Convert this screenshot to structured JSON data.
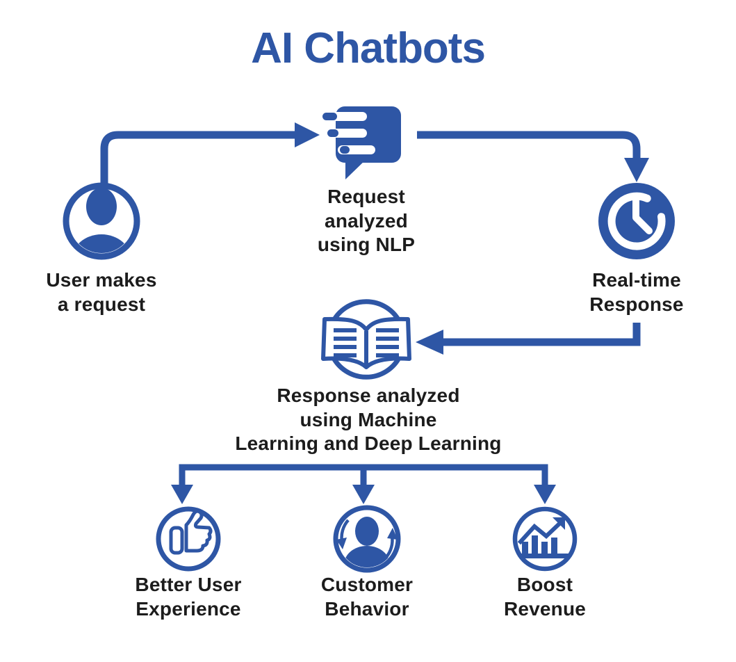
{
  "title": "AI Chatbots",
  "colors": {
    "accent_blue": "#2E56A5",
    "text_black": "#1C1C1C",
    "background": "#FFFFFF"
  },
  "nodes": {
    "user": {
      "icon": "user-icon",
      "label": "User makes\na request"
    },
    "request": {
      "icon": "chat-bubble-icon",
      "label": "Request\nanalyzed\nusing NLP"
    },
    "realtime": {
      "icon": "clock-icon",
      "label": "Real-time\nResponse"
    },
    "response": {
      "icon": "open-book-icon",
      "label": "Response analyzed\nusing Machine\nLearning and Deep Learning"
    },
    "benefit1": {
      "icon": "thumbs-up-icon",
      "label": "Better User\nExperience"
    },
    "benefit2": {
      "icon": "person-sync-icon",
      "label": "Customer\nBehavior"
    },
    "benefit3": {
      "icon": "growth-chart-icon",
      "label": "Boost\nRevenue"
    }
  },
  "edges": [
    {
      "from": "user",
      "to": "request"
    },
    {
      "from": "request",
      "to": "realtime"
    },
    {
      "from": "realtime",
      "to": "response"
    },
    {
      "from": "response",
      "to": "benefit1"
    },
    {
      "from": "response",
      "to": "benefit2"
    },
    {
      "from": "response",
      "to": "benefit3"
    }
  ]
}
